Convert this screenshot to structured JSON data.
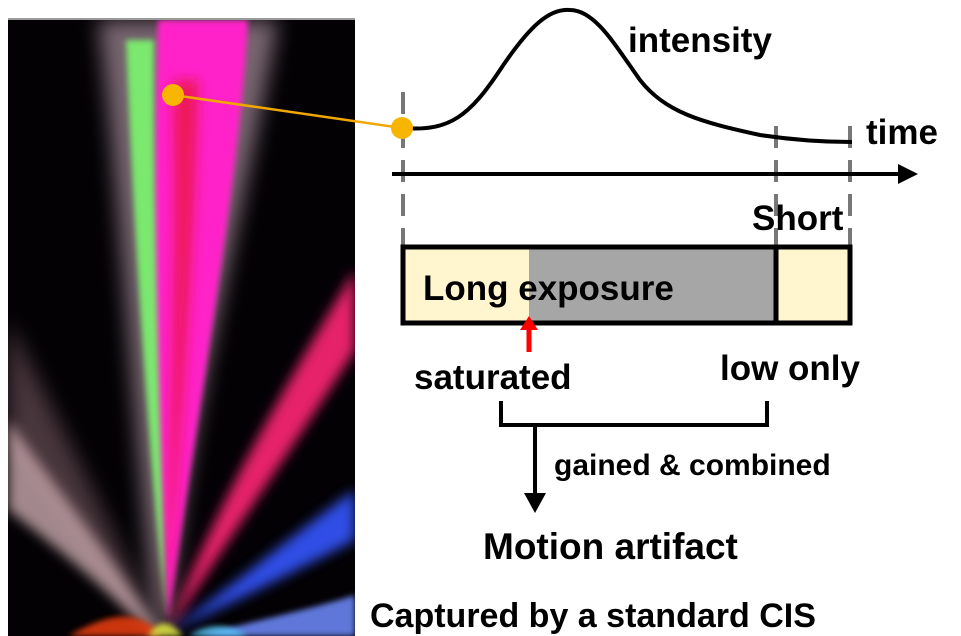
{
  "labels": {
    "intensity": "intensity",
    "time": "time",
    "short": "Short",
    "long_exposure": "Long exposure",
    "saturated": "saturated",
    "low_only": "low only",
    "gained_combined": "gained & combined",
    "motion_artifact": "Motion artifact",
    "caption": "Captured by a standard CIS"
  },
  "colors": {
    "highlight_dot": "#f7b500",
    "connector_line": "#f0a800",
    "long_exposure_light": "#fff6cf",
    "long_exposure_gray": "#a6a6a6",
    "saturation_arrow": "#ff0000",
    "photo_magenta": "#ff21c8",
    "photo_green": "#7cff6e"
  }
}
